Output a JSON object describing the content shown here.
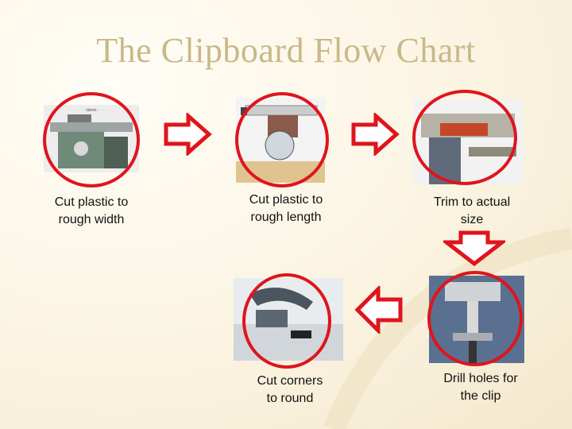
{
  "title": "The Clipboard Flow Chart",
  "accent_color": "#e0141c",
  "title_color": "#c9b889",
  "steps": [
    {
      "lines": [
        "Cut plastic to",
        "rough width"
      ],
      "machine": "table-saw"
    },
    {
      "lines": [
        "Cut plastic to",
        "rough length"
      ],
      "machine": "radial-arm-saw"
    },
    {
      "lines": [
        "Trim to actual",
        "size"
      ],
      "machine": "jointer"
    },
    {
      "lines": [
        "Drill holes for",
        "the clip"
      ],
      "machine": "drill-press"
    },
    {
      "lines": [
        "Cut corners",
        "to round"
      ],
      "machine": "corner-rounder"
    }
  ]
}
